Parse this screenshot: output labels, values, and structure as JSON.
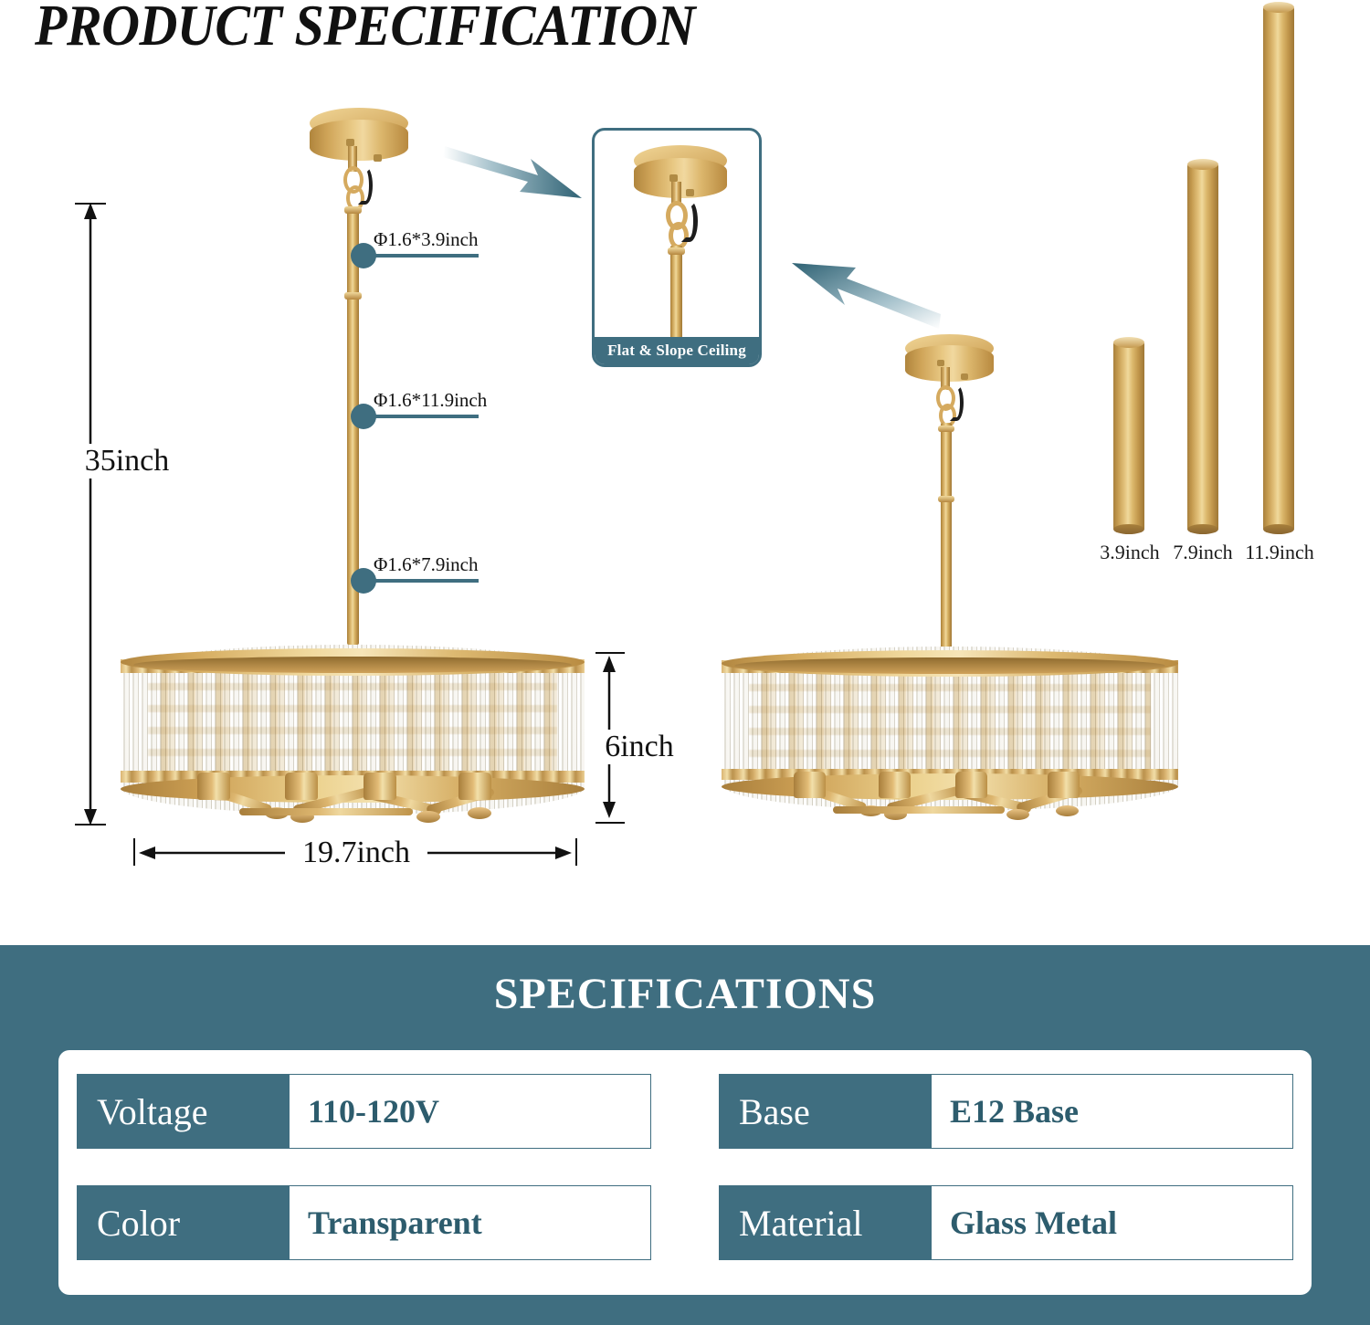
{
  "title": "PRODUCT SPECIFICATION",
  "dimensions": {
    "height": "35inch",
    "drum_height": "6inch",
    "width": "19.7inch"
  },
  "callouts": [
    {
      "label": "Φ1.6*3.9inch"
    },
    {
      "label": "Φ1.6*11.9inch"
    },
    {
      "label": "Φ1.6*7.9inch"
    }
  ],
  "inset": {
    "caption": "Flat & Slope Ceiling"
  },
  "rods": [
    {
      "label": "3.9inch"
    },
    {
      "label": "7.9inch"
    },
    {
      "label": "11.9inch"
    }
  ],
  "specs": {
    "heading": "SPECIFICATIONS",
    "rows": [
      {
        "key": "Voltage",
        "value": "110-120V"
      },
      {
        "key": "Base",
        "value": "E12 Base"
      },
      {
        "key": "Color",
        "value": "Transparent"
      },
      {
        "key": "Material",
        "value": "Glass Metal"
      }
    ]
  },
  "colors": {
    "teal": "#3f6e80",
    "gold": "#d6aa5e",
    "text": "#111111"
  }
}
